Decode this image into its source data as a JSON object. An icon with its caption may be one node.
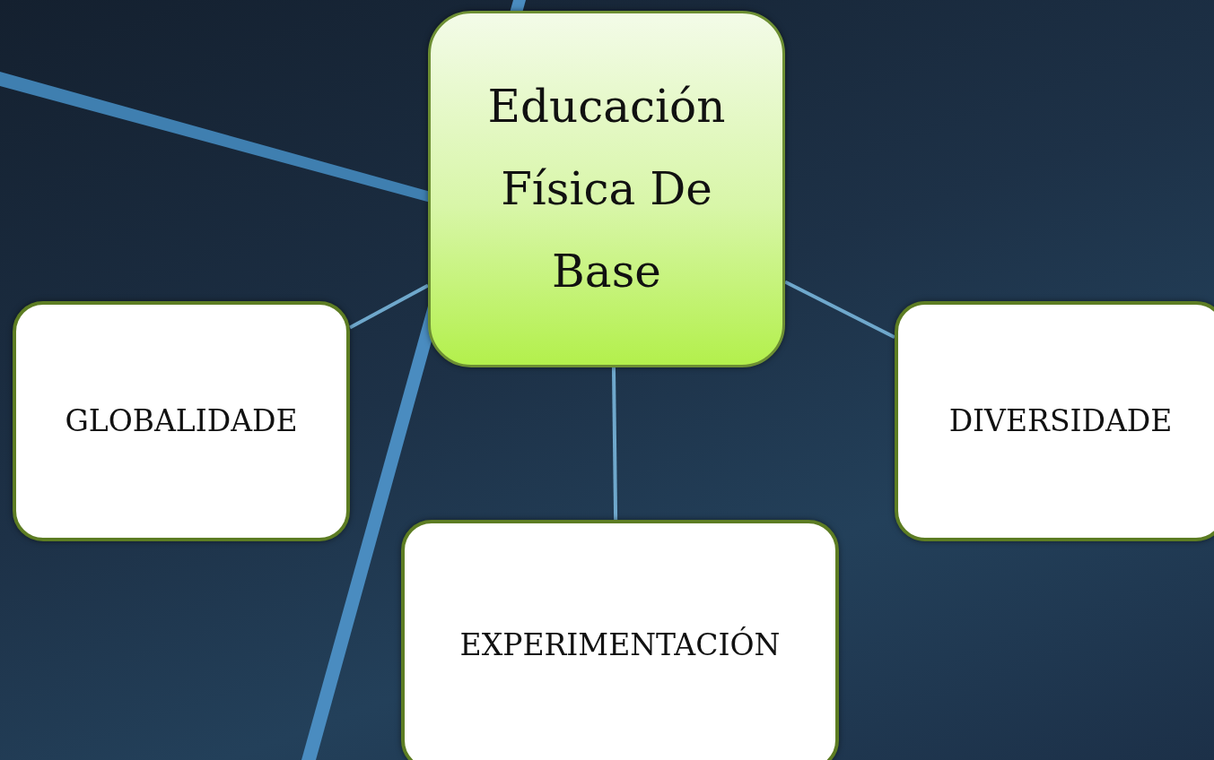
{
  "diagram": {
    "nodes": [
      {
        "text": [
          "Educación Física De Base"
        ]
      },
      {
        "text": [
          "GLOBALIDADE"
        ]
      },
      {
        "text": [
          "EXPERIMENTACIÓN"
        ]
      },
      {
        "text": [
          "DIVERSIDADE"
        ]
      }
    ],
    "edges": [
      {
        "from": 0,
        "to": 1,
        "arrow": "none"
      },
      {
        "from": 0,
        "to": 2,
        "arrow": "none"
      },
      {
        "from": 0,
        "to": 3,
        "arrow": "none"
      }
    ]
  }
}
